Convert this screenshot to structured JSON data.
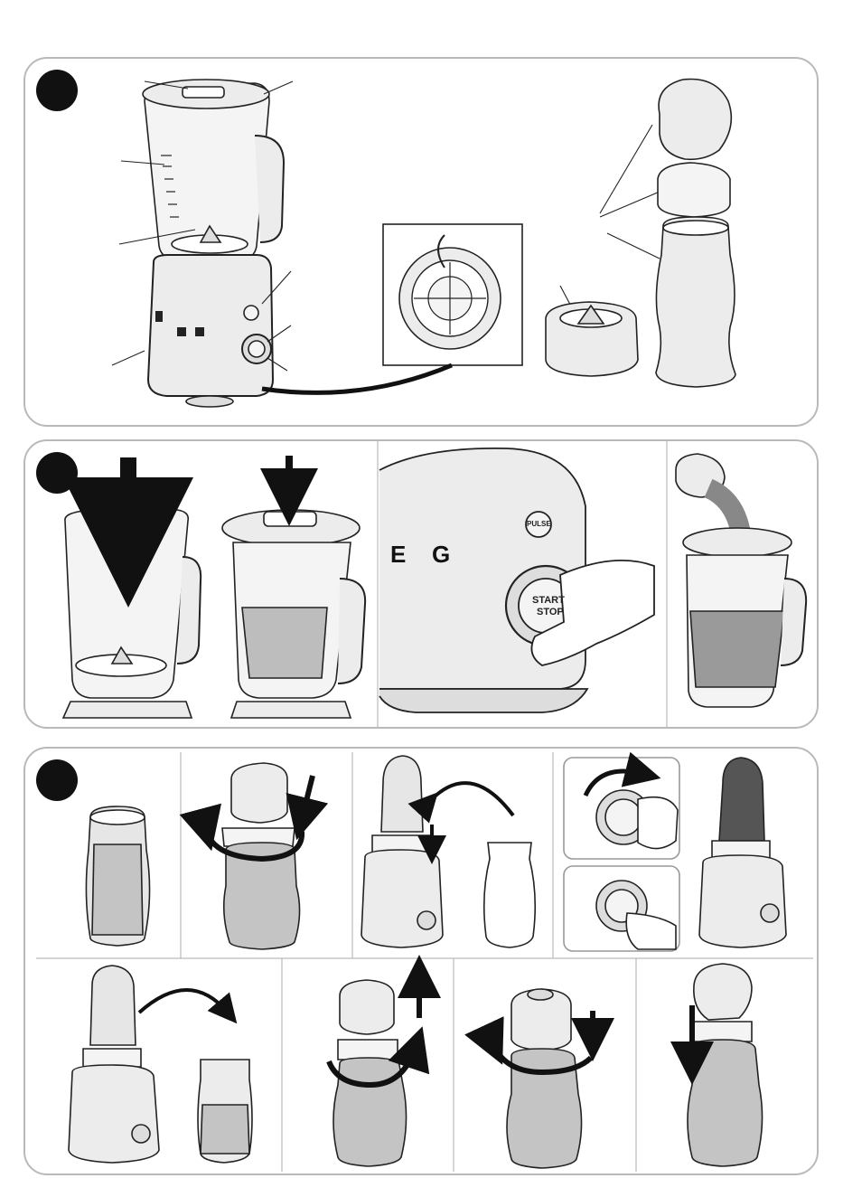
{
  "colors": {
    "frame": "#b9b9b9",
    "body": "#ececec",
    "line": "#222222",
    "jar": "#f4f4f4",
    "liquid": "#9a9a9a",
    "liquid_light": "#c4c4c4",
    "dark_bottle": "#555555",
    "arrow": "#111111",
    "step_marker": "#111111"
  },
  "labels": {
    "pulse": "PULSE",
    "start": "START",
    "stop": "STOP",
    "brand_a": "E",
    "brand_b": "G"
  },
  "icons": [
    "down-arrow-icon",
    "rotate-arrow-icon",
    "curved-arrow-icon",
    "hand-icon"
  ]
}
